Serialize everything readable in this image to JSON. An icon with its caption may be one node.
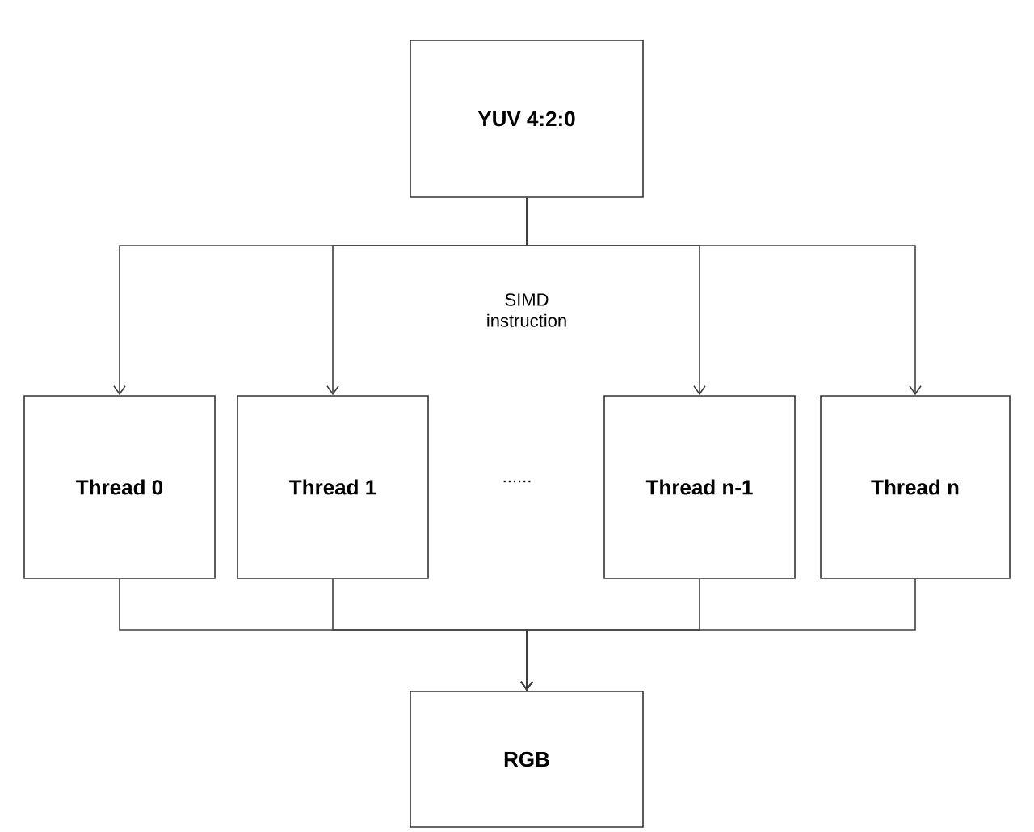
{
  "diagram": {
    "nodes": [
      {
        "text": [
          "YUV 4:2:0"
        ]
      },
      {
        "text": [
          "Thread 0"
        ]
      },
      {
        "text": [
          "Thread 1"
        ]
      },
      {
        "text": [
          "Thread n-1"
        ]
      },
      {
        "text": [
          "Thread n"
        ]
      },
      {
        "text": [
          "RGB"
        ]
      }
    ],
    "edges": [
      {
        "from": 0,
        "to": 1,
        "arrow": "to"
      },
      {
        "from": 0,
        "to": 2,
        "arrow": "to"
      },
      {
        "from": 0,
        "to": 3,
        "arrow": "to"
      },
      {
        "from": 0,
        "to": 4,
        "arrow": "to"
      },
      {
        "from": 1,
        "to": 5,
        "arrow": "to"
      },
      {
        "from": 2,
        "to": 5,
        "arrow": "to"
      },
      {
        "from": 3,
        "to": 5,
        "arrow": "to"
      },
      {
        "from": 4,
        "to": 5,
        "arrow": "to"
      }
    ],
    "labels": [
      "SIMD instruction",
      "......"
    ]
  }
}
